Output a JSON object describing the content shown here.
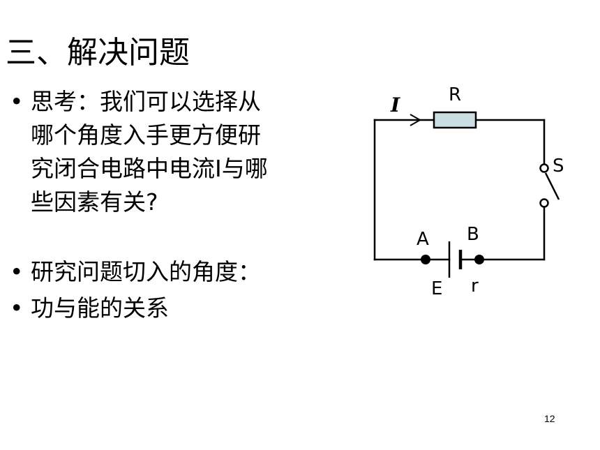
{
  "slide": {
    "title": "三、解决问题",
    "bullets": [
      {
        "mark": "•",
        "text": "思考：我们可以选择从哪个角度入手更方便研究闭合电路中电流I与哪些因素有关?"
      },
      {
        "mark": "•",
        "text": "研究问题切入的角度："
      },
      {
        "mark": "•",
        "text": "功与能的关系"
      }
    ],
    "page_number": "12"
  },
  "circuit": {
    "current_label": "I",
    "resistor_label": "R",
    "switch_label": "S",
    "terminal_a_label": "A",
    "terminal_b_label": "B",
    "emf_label": "E",
    "internal_resistance_label": "r"
  }
}
